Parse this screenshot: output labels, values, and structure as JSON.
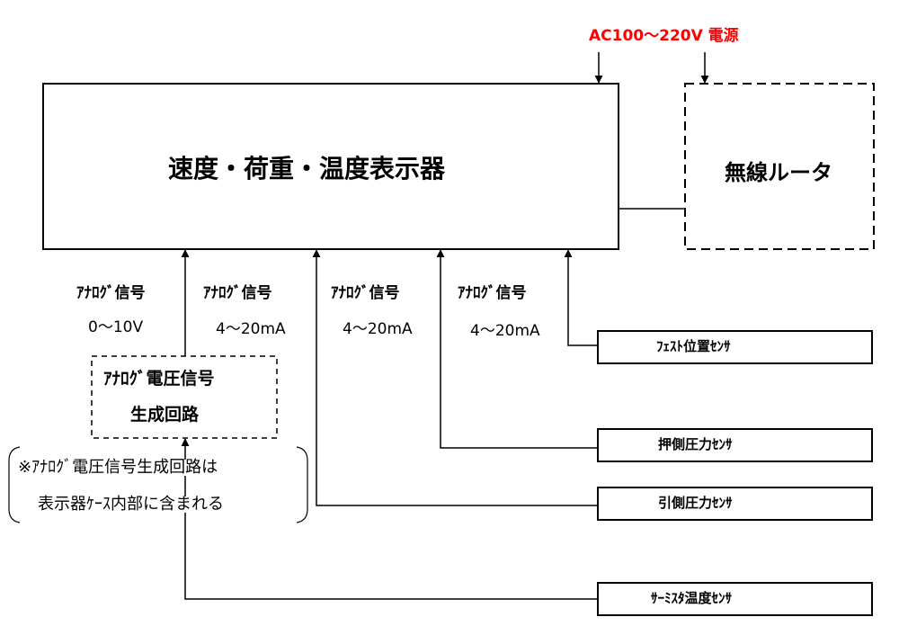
{
  "power": {
    "label": "AC100～220V 電源",
    "color": "#ff0000"
  },
  "display_box": {
    "label": "速度・荷重・温度表示器"
  },
  "router_box": {
    "label": "無線ルータ"
  },
  "signals": [
    {
      "label": "ｱﾅﾛｸﾞ信号",
      "value": "0～10V"
    },
    {
      "label": "ｱﾅﾛｸﾞ信号",
      "value": "4～20mA"
    },
    {
      "label": "ｱﾅﾛｸﾞ信号",
      "value": "4～20mA"
    },
    {
      "label": "ｱﾅﾛｸﾞ信号",
      "value": "4～20mA"
    }
  ],
  "converter": {
    "line1": "ｱﾅﾛｸﾞ電圧信号",
    "line2": "生成回路"
  },
  "note": {
    "line1": "※ｱﾅﾛｸﾞ電圧信号生成回路は",
    "line2": "表示器ｹｰｽ内部に含まれる"
  },
  "sensors": [
    {
      "label": "ﾌｪｽﾄ位置ｾﾝｻ"
    },
    {
      "label": "押側圧力ｾﾝｻ"
    },
    {
      "label": "引側圧力ｾﾝｻ"
    },
    {
      "label": "ｻｰﾐｽﾀ温度ｾﾝｻ"
    }
  ]
}
